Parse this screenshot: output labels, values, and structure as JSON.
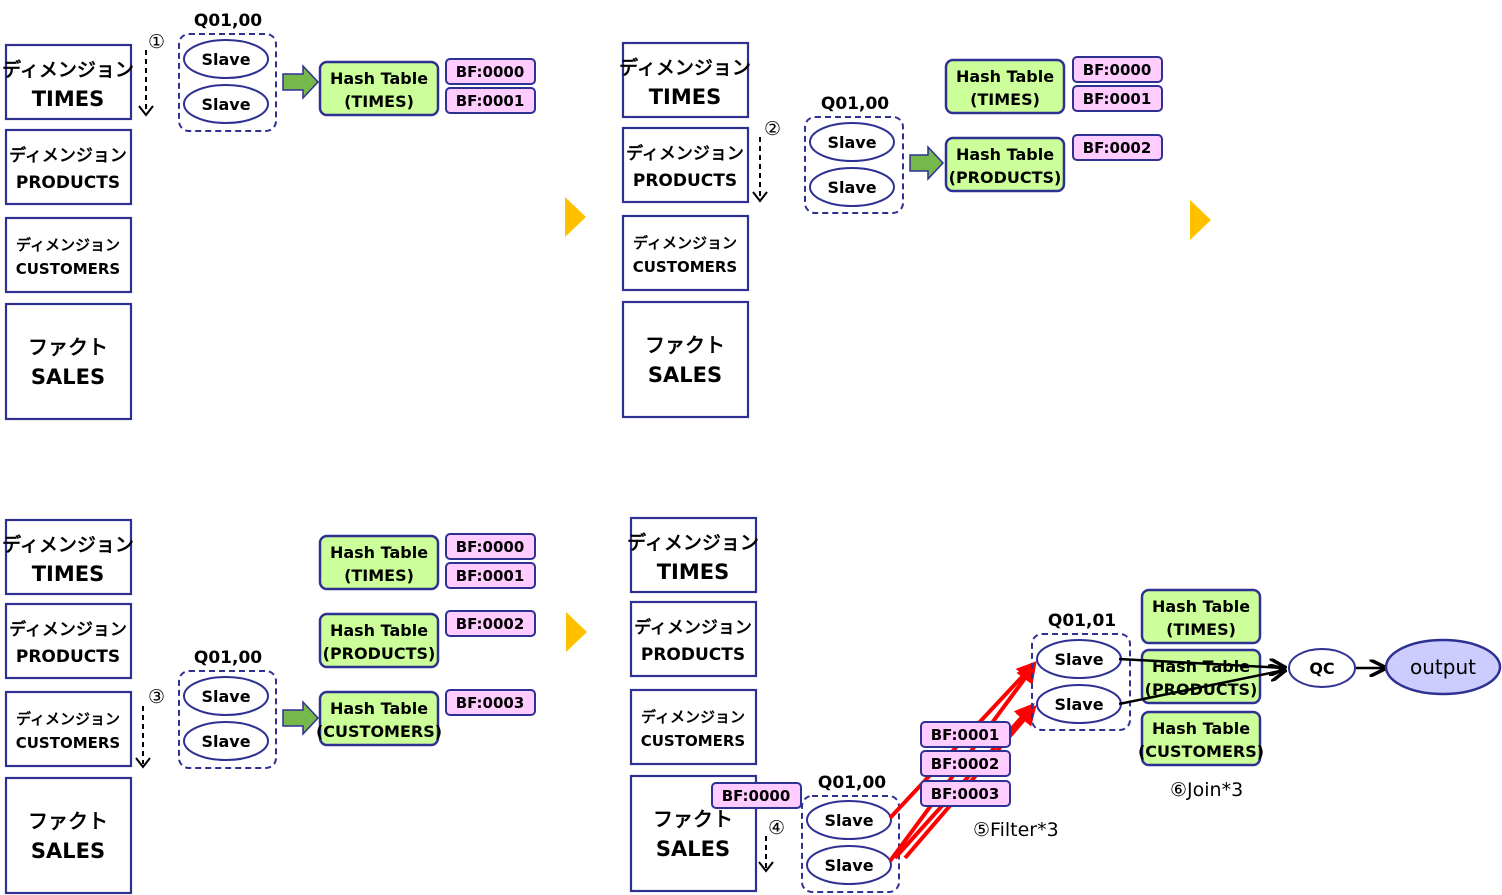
{
  "dimensions": {
    "times": {
      "line1": "ディメンジョン",
      "line2": "TIMES"
    },
    "products": {
      "line1": "ディメンジョン",
      "line2": "PRODUCTS"
    },
    "customers": {
      "line1": "ディメンジョン",
      "line2": "CUSTOMERS"
    },
    "sales": {
      "line1": "ファクト",
      "line2": "SALES"
    }
  },
  "slave": "Slave",
  "query_groups": {
    "q0100": "Q01,00",
    "q0101": "Q01,01"
  },
  "hash_tables": {
    "line1": "Hash Table",
    "times": "(TIMES)",
    "products": "(PRODUCTS)",
    "customers": "(CUSTOMERS)"
  },
  "bloom_filters": {
    "bf0": "BF:0000",
    "bf1": "BF:0001",
    "bf2": "BF:0002",
    "bf3": "BF:0003"
  },
  "steps": {
    "s1": "①",
    "s2": "②",
    "s3": "③",
    "s4": "④"
  },
  "annotations": {
    "filter": "⑤Filter*3",
    "join": "⑥Join*3"
  },
  "qc": "QC",
  "output": "output",
  "colors": {
    "border": "#2e3192",
    "hash_table_fill": "#ccff99",
    "bloom_filter_fill": "#ffccff",
    "output_fill": "#ccccff",
    "next_arrow": "#ffc000",
    "green_arrow": "#77b84a",
    "filter_arrow": "#ff0000"
  }
}
